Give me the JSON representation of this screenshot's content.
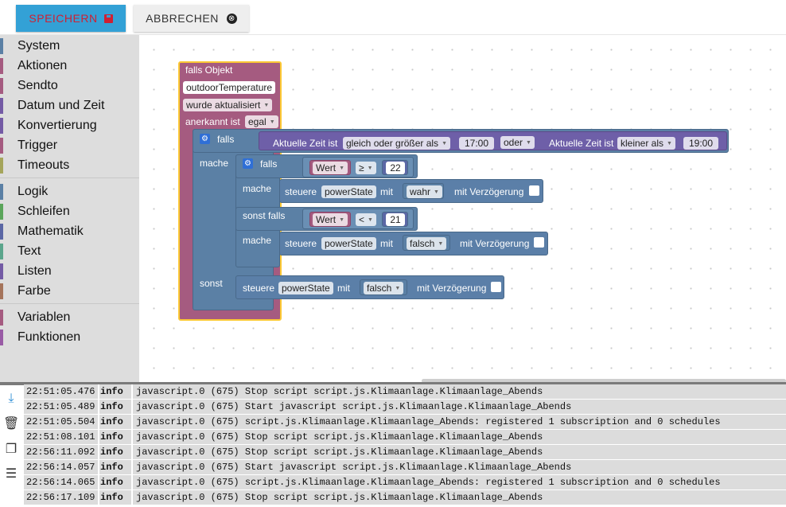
{
  "toolbar": {
    "save_label": "SPEICHERN",
    "cancel_label": "ABBRECHEN",
    "cancel_icon": "⊗"
  },
  "sidebar": {
    "categories": [
      {
        "label": "System",
        "color": "#5b80a5"
      },
      {
        "label": "Aktionen",
        "color": "#a55b80"
      },
      {
        "label": "Sendto",
        "color": "#a55b80"
      },
      {
        "label": "Datum und Zeit",
        "color": "#745ba5"
      },
      {
        "label": "Konvertierung",
        "color": "#745ba5"
      },
      {
        "label": "Trigger",
        "color": "#a55b80"
      },
      {
        "label": "Timeouts",
        "color": "#a5a55b"
      },
      {
        "label": "Logik",
        "color": "#5b80a5"
      },
      {
        "label": "Schleifen",
        "color": "#5ba55b"
      },
      {
        "label": "Mathematik",
        "color": "#5b67a5"
      },
      {
        "label": "Text",
        "color": "#5ba58c"
      },
      {
        "label": "Listen",
        "color": "#745ba5"
      },
      {
        "label": "Farbe",
        "color": "#a5745b"
      },
      {
        "label": "Variablen",
        "color": "#a55b80"
      },
      {
        "label": "Funktionen",
        "color": "#995ba5"
      }
    ]
  },
  "blocks": {
    "trigger_title": "falls Objekt",
    "object_id": "outdoorTemperature",
    "trigger_type": "wurde aktualisiert",
    "ack_label": "anerkannt ist",
    "ack_value": "egal",
    "if_label": "falls",
    "do_label": "mache",
    "elseif_label": "sonst falls",
    "else_label": "sonst",
    "time1_label": "Aktuelle Zeit ist",
    "time1_op": "gleich oder größer als",
    "time1_value": "17:00",
    "or_label": "oder",
    "time2_label": "Aktuelle Zeit ist",
    "time2_op": "kleiner als",
    "time2_value": "19:00",
    "wert_label": "Wert",
    "cmp1_op": "≥",
    "cmp1_value": "22",
    "cmp2_op": "<",
    "cmp2_value": "21",
    "control_label": "steuere",
    "control_object": "powerState",
    "with_label": "mit",
    "value_true": "wahr",
    "value_false": "falsch",
    "delay_label": "mit Verzögerung"
  },
  "log": {
    "tools": [
      {
        "icon": "download-icon",
        "glyph": "⤓"
      },
      {
        "icon": "trash-icon",
        "glyph": "🗑"
      },
      {
        "icon": "copy-icon",
        "glyph": "❐"
      },
      {
        "icon": "list-icon",
        "glyph": "☰"
      }
    ],
    "rows": [
      {
        "time": "22:51:05.476",
        "level": "info",
        "msg": "javascript.0 (675) Stop script script.js.Klimaanlage.Klimaanlage_Abends"
      },
      {
        "time": "22:51:05.489",
        "level": "info",
        "msg": "javascript.0 (675) Start javascript script.js.Klimaanlage.Klimaanlage_Abends"
      },
      {
        "time": "22:51:05.504",
        "level": "info",
        "msg": "javascript.0 (675) script.js.Klimaanlage.Klimaanlage_Abends: registered 1 subscription and 0 schedules"
      },
      {
        "time": "22:51:08.101",
        "level": "info",
        "msg": "javascript.0 (675) Stop script script.js.Klimaanlage.Klimaanlage_Abends"
      },
      {
        "time": "22:56:11.092",
        "level": "info",
        "msg": "javascript.0 (675) Stop script script.js.Klimaanlage.Klimaanlage_Abends"
      },
      {
        "time": "22:56:14.057",
        "level": "info",
        "msg": "javascript.0 (675) Start javascript script.js.Klimaanlage.Klimaanlage_Abends"
      },
      {
        "time": "22:56:14.065",
        "level": "info",
        "msg": "javascript.0 (675) script.js.Klimaanlage.Klimaanlage_Abends: registered 1 subscription and 0 schedules"
      },
      {
        "time": "22:56:17.109",
        "level": "info",
        "msg": "javascript.0 (675) Stop script script.js.Klimaanlage.Klimaanlage_Abends"
      }
    ]
  }
}
